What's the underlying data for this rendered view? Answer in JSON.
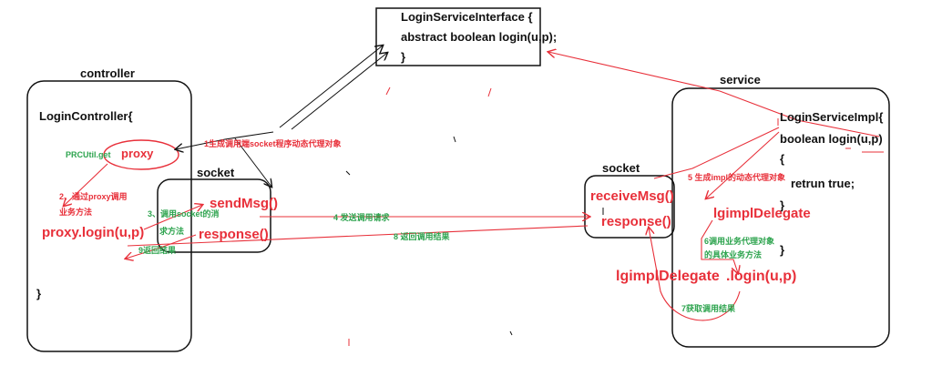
{
  "colors": {
    "ink": "#111111",
    "annotation_red": "#e8303a",
    "annotation_green": "#2ea44f"
  },
  "interface": {
    "line1": "LoginServiceInterface {",
    "line2": "abstract boolean login(u,p);",
    "line3": "}"
  },
  "controller": {
    "label": "controller",
    "class_line": "LoginController{",
    "getter": "PRCUtil.get",
    "proxy": "proxy",
    "call": "proxy.login(u,p)",
    "close": "}"
  },
  "client_socket": {
    "label": "socket",
    "send": "sendMsg()",
    "response": "response()"
  },
  "server_socket": {
    "label": "socket",
    "receive": "receiveMsg()",
    "response": "response()"
  },
  "service": {
    "label": "service",
    "class_line": "LoginServiceImpl{",
    "method": "boolean login(u,p)",
    "brace_open": "{",
    "return": "retrun true;",
    "close1": "}",
    "delegate_inner": "lgimplDelegate",
    "close2": "}",
    "delegate_outer": "lgimplDelegate",
    "login_call": ".login(u,p)"
  },
  "steps": {
    "s1": "1生成调用端socket程序动态代理对象",
    "s2a": "2、通过proxy调用",
    "s2b": "业务方法",
    "s3a": "3、调用socket的消",
    "s3b": "求方法",
    "s4": "4    发送调用请求",
    "s5": "5  生成impl的动态代理对象",
    "s6a": "6调用业务代理对象",
    "s6b": "的具体业务方法",
    "s7": "7获取调用结果",
    "s8": "8 返回调用结果",
    "s9": "9返回结果"
  }
}
